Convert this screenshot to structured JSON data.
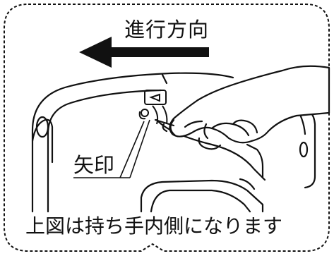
{
  "labels": {
    "direction": "進行方向",
    "arrow_mark": "矢印",
    "caption": "上図は持ち手内側になります"
  },
  "colors": {
    "line": "#111111",
    "background": "#ffffff"
  },
  "icons": {
    "direction_arrow": "left-arrow-icon",
    "hand": "hand-illustration",
    "handle": "walker-handle-illustration",
    "mark": "arrow-mark-icon"
  }
}
